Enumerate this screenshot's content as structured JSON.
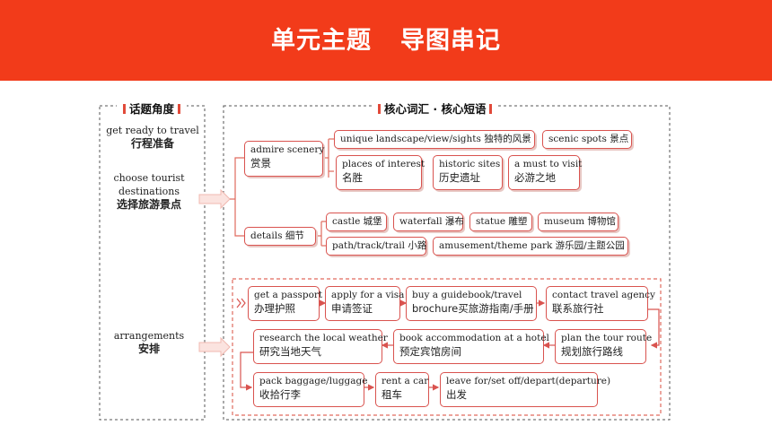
{
  "header": {
    "title_left": "单元主题",
    "title_right": "导图串记"
  },
  "sections": {
    "left_label": "话题角度",
    "right_label": "核心词汇 · 核心短语"
  },
  "left": {
    "item1_en": "get ready to travel",
    "item1_zh": "行程准备",
    "item2_en_1": "choose tourist",
    "item2_en_2": "destinations",
    "item2_zh": "选择旅游景点",
    "item3_en": "arrangements",
    "item3_zh": "安排"
  },
  "scenery": {
    "root_en": "admire scenery",
    "root_zh": "赏景",
    "unique": "unique landscape/view/sights 独特的风景",
    "spots": "scenic spots 景点",
    "places_en": "places of interest",
    "places_zh": "名胜",
    "historic_en": "historic sites",
    "historic_zh": "历史遗址",
    "must_en": "a must to visit",
    "must_zh": "必游之地"
  },
  "details": {
    "root": "details 细节",
    "castle": "castle 城堡",
    "waterfall": "waterfall 瀑布",
    "statue": "statue 雕塑",
    "museum": "museum 博物馆",
    "path": "path/track/trail 小路",
    "park": "amusement/theme park 游乐园/主题公园"
  },
  "arrangements": {
    "passport_en": "get a passport",
    "passport_zh": "办理护照",
    "visa_en": "apply for a visa",
    "visa_zh": "申请签证",
    "guide_en": "buy a guidebook/travel",
    "guide_zh": "brochure买旅游指南/手册",
    "agency_en": "contact travel agency",
    "agency_zh": "联系旅行社",
    "weather_en": "research the local weather",
    "weather_zh": "研究当地天气",
    "hotel_en": "book accommodation at a hotel",
    "hotel_zh": "预定宾馆房间",
    "route_en": "plan the tour route",
    "route_zh": "规划旅行路线",
    "pack_en": "pack baggage/luggage",
    "pack_zh": "收拾行李",
    "car_en": "rent a car",
    "car_zh": "租车",
    "leave_en": "leave for/set off/depart(departure)",
    "leave_zh": "出发"
  },
  "colors": {
    "header": "#f23b1a",
    "box_border": "#d9534f",
    "arrow": "#f6c9c2"
  }
}
